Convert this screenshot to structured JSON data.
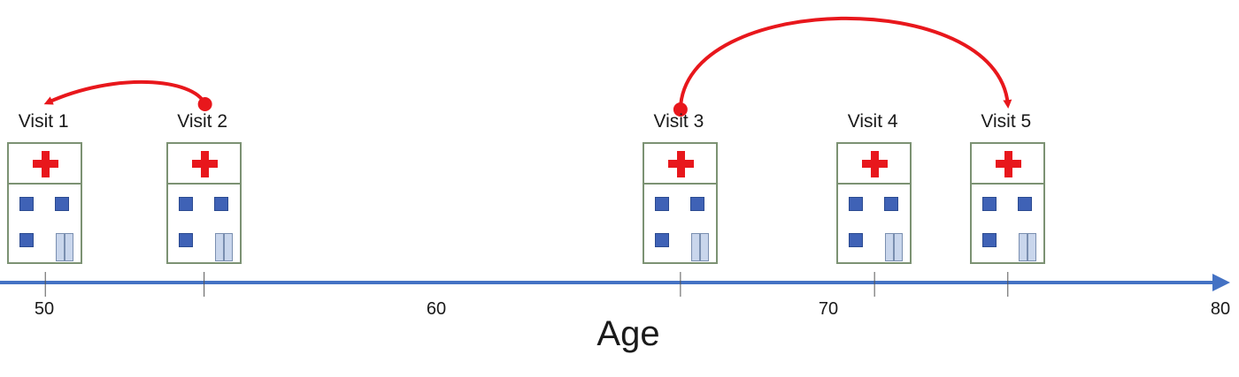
{
  "axis": {
    "title": "Age",
    "ticks": [
      {
        "value": 50,
        "label": "50"
      },
      {
        "value": 60,
        "label": "60"
      },
      {
        "value": 70,
        "label": "70"
      },
      {
        "value": 80,
        "label": "80"
      }
    ],
    "line_color": "#4472c4"
  },
  "visits": [
    {
      "label": "Visit 1",
      "age": 50.05
    },
    {
      "label": "Visit 2",
      "age": 54.1
    },
    {
      "label": "Visit 3",
      "age": 66.25
    },
    {
      "label": "Visit 4",
      "age": 71.2
    },
    {
      "label": "Visit 5",
      "age": 74.6
    }
  ],
  "arrows": [
    {
      "from": "Visit 2",
      "to": "Visit 1"
    },
    {
      "from": "Visit 3",
      "to": "Visit 5"
    }
  ],
  "colors": {
    "arrow": "#e8171c",
    "cross": "#e8171c",
    "building_outline": "#7c9273",
    "window": "#3f62b6",
    "door": "#c9d6ec"
  }
}
